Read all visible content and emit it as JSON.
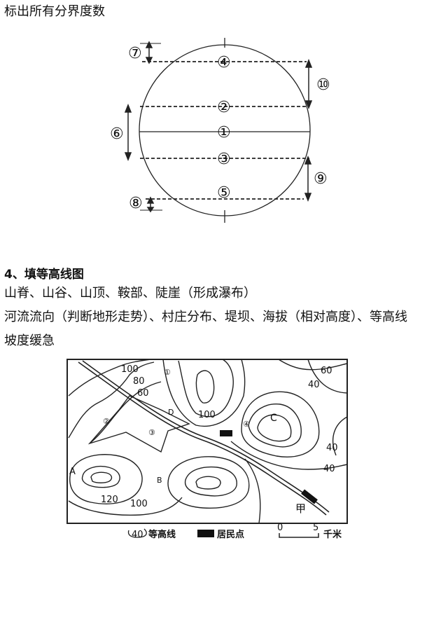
{
  "header": {
    "text": "标出所有分界度数"
  },
  "globe": {
    "lines": [
      {
        "id": "top",
        "label": "④"
      },
      {
        "id": "upper",
        "label": "②"
      },
      {
        "id": "equator",
        "label": "①"
      },
      {
        "id": "lower",
        "label": "③"
      },
      {
        "id": "bottom",
        "label": "⑤"
      }
    ],
    "side_labels": [
      "⑦",
      "⑥",
      "⑧",
      "⑩",
      "⑨"
    ]
  },
  "section": {
    "title": "4、填等高线图",
    "line1": "山脊、山谷、山顶、鞍部、陡崖（形成瀑布）",
    "line2": "河流流向（判断地形走势）、村庄分布、堤坝、海拔（相对高度）、等高线",
    "line3": "坡度缓急"
  },
  "map": {
    "contour_labels": [
      "100",
      "80",
      "60",
      "100",
      "60",
      "40",
      "40",
      "40",
      "120",
      "100"
    ],
    "point_labels": [
      "A",
      "B",
      "C",
      "D",
      "①",
      "②",
      "③",
      "④",
      "甲"
    ],
    "legend": {
      "contour_value": "40",
      "contour_label": "等高线",
      "settlement_label": "居民点",
      "scale_zero": "0",
      "scale_five": "5",
      "scale_unit": "千米"
    }
  }
}
